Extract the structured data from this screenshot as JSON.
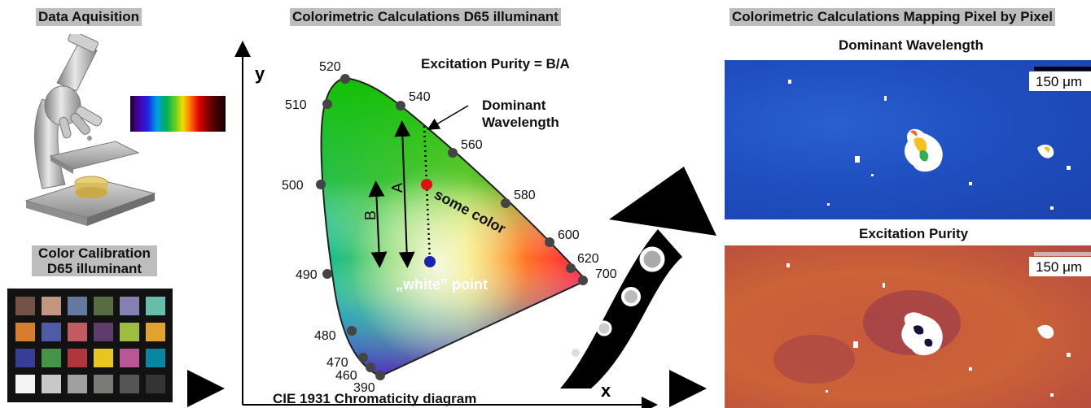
{
  "sections": {
    "acquisition": "Data Aquisition",
    "calculations": "Colorimetric Calculations D65 illuminant",
    "mapping": "Colorimetric Calculations Mapping Pixel by Pixel"
  },
  "calibration": {
    "line1": "Color Calibration",
    "line2": "D65 illuminant"
  },
  "checker_colors": [
    "#735244",
    "#c29682",
    "#627a9d",
    "#576c43",
    "#8580b1",
    "#67bdaa",
    "#d67e2c",
    "#505ba6",
    "#c15a63",
    "#5e3c6c",
    "#9dbc40",
    "#e0a32e",
    "#383d96",
    "#469449",
    "#af363c",
    "#e7c71f",
    "#bb5695",
    "#0885a1",
    "#f3f3f2",
    "#c8c8c8",
    "#a0a0a0",
    "#7a7a79",
    "#555555",
    "#343434"
  ],
  "diagram": {
    "y_axis": "y",
    "x_axis": "x",
    "caption": "CIE 1931 Chromaticity diagram",
    "purity_formula": "Excitation Purity = B/A",
    "dominant_line1": "Dominant",
    "dominant_line2": "Wavelength",
    "some_color": "some color",
    "white_point": "„white” point",
    "label_A": "A",
    "label_B": "B",
    "wavelengths": {
      "w390": "390",
      "w460": "460",
      "w470": "470",
      "w480": "480",
      "w490": "490",
      "w500": "500",
      "w510": "510",
      "w520": "520",
      "w540": "540",
      "w560": "560",
      "w580": "580",
      "w600": "600",
      "w620": "620",
      "w700": "700"
    }
  },
  "maps": {
    "dominant": {
      "title": "Dominant Wavelength",
      "scale": "150 μm"
    },
    "purity": {
      "title": "Excitation Purity",
      "scale": "150 μm"
    }
  },
  "colors": {
    "header_bg": "#bdbdbd",
    "some_color_dot": "#e01010",
    "white_point_dot": "#1a22b5",
    "dominant_map_bg": "#1f4fc0",
    "purity_map_bg": "#cc6238"
  }
}
